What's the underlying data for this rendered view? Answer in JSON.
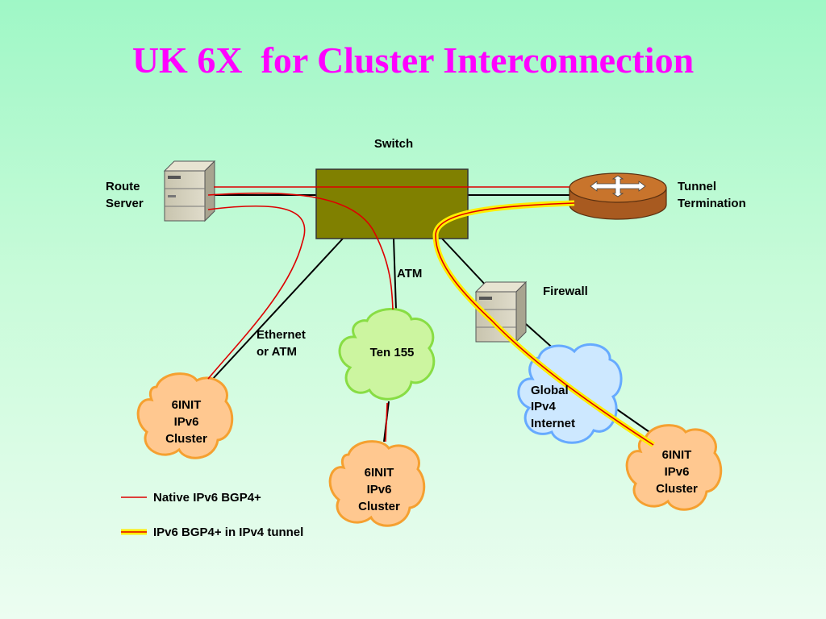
{
  "title": "UK 6X  for Cluster Interconnection",
  "nodes": {
    "switch": "Switch",
    "route_server": [
      "Route",
      "Server"
    ],
    "tunnel_termination": [
      "Tunnel",
      "Termination"
    ],
    "firewall": "Firewall",
    "atm": "ATM",
    "ethernet_atm": [
      "Ethernet",
      "or ATM"
    ],
    "ten155": "Ten 155",
    "global_ipv4": [
      "Global",
      "IPv4",
      "Internet"
    ],
    "cluster_left": [
      "6INIT",
      "IPv6",
      "Cluster"
    ],
    "cluster_middle": [
      "6INIT",
      "IPv6",
      "Cluster"
    ],
    "cluster_right": [
      "6INIT",
      "IPv6",
      "Cluster"
    ]
  },
  "legend": {
    "native": "Native IPv6 BGP4+",
    "tunnel": "IPv6 BGP4+ in IPv4 tunnel"
  },
  "colors": {
    "title": "#ff00ff",
    "switch_fill": "#808000",
    "router_fill": "#c8742c",
    "cluster_fill": "#ffc890",
    "cluster_stroke": "#f5a030",
    "ten155_fill": "#ccf5a0",
    "ten155_stroke": "#88dd44",
    "internet_fill": "#cde8ff",
    "internet_stroke": "#66aaff",
    "native_line": "#dd0000",
    "tunnel_line": "#ffee00"
  }
}
